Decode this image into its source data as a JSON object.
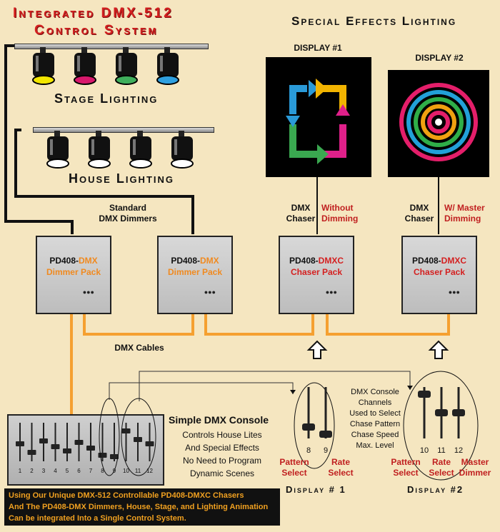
{
  "header": {
    "title_line1": "Integrated DMX-512",
    "title_line2": "Control System",
    "special": "Special Effects Lighting"
  },
  "stage": {
    "label": "Stage Lighting",
    "lens_colors": [
      "#f2e600",
      "#d8186c",
      "#3fae5c",
      "#2fa0e0"
    ]
  },
  "house": {
    "label": "House Lighting"
  },
  "displays": {
    "d1": "DISPLAY #1",
    "d2": "DISPLAY #2",
    "arrow_colors": [
      "#f2b400",
      "#e0208a",
      "#3aa850",
      "#2a9ad8"
    ],
    "ring_colors": [
      "#e41e6a",
      "#22a0d8",
      "#2fae48",
      "#f0a010",
      "#e41e6a",
      "#ffffff"
    ]
  },
  "labels": {
    "standard": "Standard",
    "dmx_dimmers": "DMX Dimmers",
    "dmx": "DMX",
    "chaser": "Chaser",
    "without": "Without",
    "dimming": "Dimming",
    "w_master": "W/ Master",
    "dmx_cables": "DMX Cables"
  },
  "packs": [
    {
      "model": "PD408-",
      "suffix": "DMX",
      "type": "Dimmer Pack",
      "color": "#f08a20"
    },
    {
      "model": "PD408-",
      "suffix": "DMX",
      "type": "Dimmer Pack",
      "color": "#f08a20"
    },
    {
      "model": "PD408-",
      "suffix": "DMXC",
      "type": "Chaser Pack",
      "color": "#d42020"
    },
    {
      "model": "PD408-",
      "suffix": "DMXC",
      "type": "Chaser Pack",
      "color": "#d42020"
    }
  ],
  "console": {
    "title": "Simple DMX Console",
    "lines": [
      "Controls House Lites",
      "And Special Effects",
      "No Need to Program",
      "Dynamic Scenes"
    ],
    "channels": [
      "1",
      "2",
      "3",
      "4",
      "5",
      "6",
      "7",
      "8",
      "9",
      "10",
      "11",
      "12"
    ]
  },
  "sliders": {
    "d1_channels": [
      "8",
      "9"
    ],
    "d2_channels": [
      "10",
      "11",
      "12"
    ],
    "info": [
      "DMX Console",
      "Channels",
      "Used to Select",
      "Chase Pattern",
      "Chase Speed",
      "Max. Level"
    ],
    "pattern_select": "Pattern Select",
    "rate_select": "Rate Select",
    "master_dimmer": "Master Dimmer",
    "display1": "Display # 1",
    "display2": "Display #2"
  },
  "footer": [
    "Using Our Unique DMX-512 Controllable PD408-DMXC Chasers",
    "And The PD408-DMX Dimmers, House, Stage, and Lighting Animation",
    "Can be integrated Into a Single Control System."
  ]
}
